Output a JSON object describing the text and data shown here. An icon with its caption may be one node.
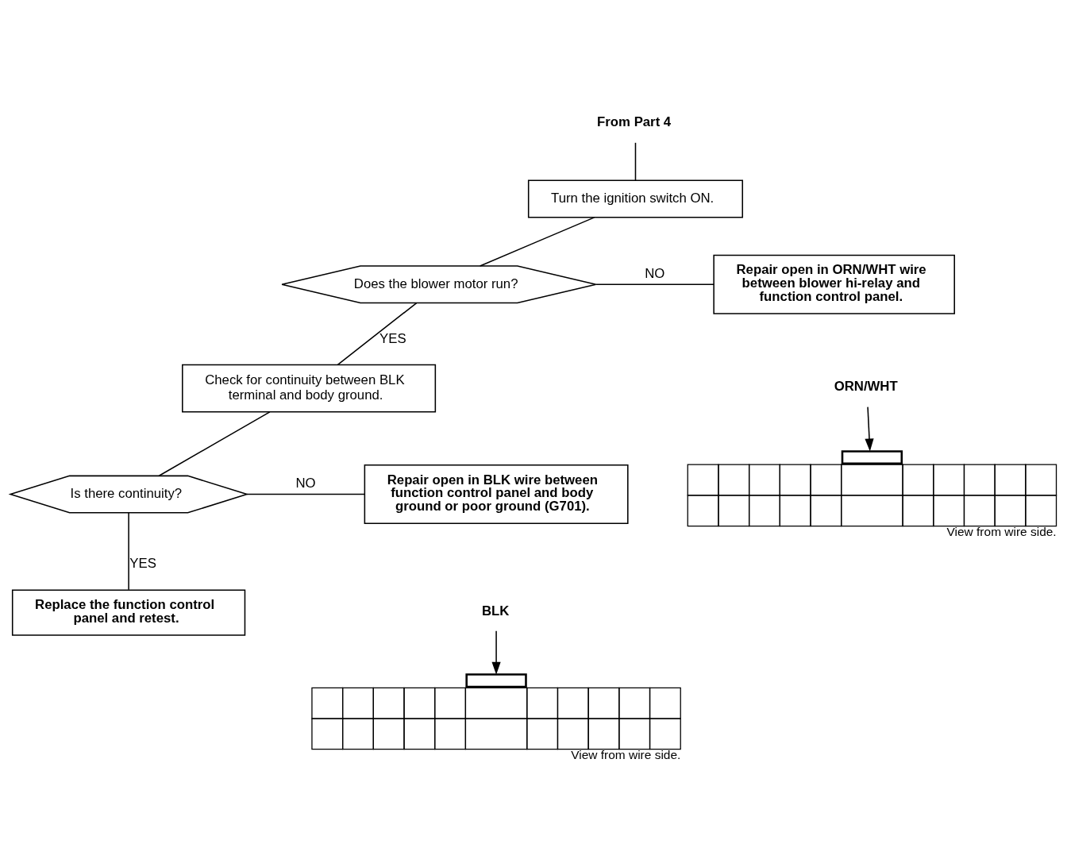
{
  "diagram": {
    "nodes": [
      {
        "text": [
          "From Part 4"
        ]
      },
      {
        "text": [
          "Turn the ignition switch ON."
        ]
      },
      {
        "text": [
          "Does the blower motor run?"
        ]
      },
      {
        "text": [
          "Repair open in ORN/WHT wire between blower hi-relay and function control panel."
        ]
      },
      {
        "text": [],
        "shape": "box",
        "beside": [
          "View from wire side."
        ]
      },
      {
        "text": [
          "ORN/WHT"
        ]
      },
      {
        "text": [
          "Check for continuity between BLK terminal and body ground."
        ]
      },
      {
        "text": [
          "Is there continuity?"
        ]
      },
      {
        "text": [
          "Repair open in BLK wire between function control panel and body ground or poor ground (G701)."
        ]
      },
      {
        "text": [
          "BLK"
        ]
      },
      {
        "text": [],
        "shape": "box",
        "beside": [
          "View from wire side."
        ]
      },
      {
        "text": [
          "Replace the function control panel and retest."
        ]
      }
    ],
    "edges": [
      {
        "from": 0,
        "to": 1,
        "arrow": "none"
      },
      {
        "from": 1,
        "to": 2,
        "arrow": "none"
      },
      {
        "from": 2,
        "to": 3,
        "arrow": "none",
        "label": "NO"
      },
      {
        "from": 2,
        "to": 6,
        "arrow": "none",
        "label": "YES"
      },
      {
        "from": 6,
        "to": 7,
        "arrow": "none"
      },
      {
        "from": 7,
        "to": 8,
        "arrow": "none",
        "label": "NO"
      },
      {
        "from": 7,
        "to": 11,
        "arrow": "none",
        "label": "YES"
      },
      {
        "from": 5,
        "to": 4,
        "arrow": "to"
      },
      {
        "from": 9,
        "to": 10,
        "arrow": "to"
      }
    ]
  }
}
